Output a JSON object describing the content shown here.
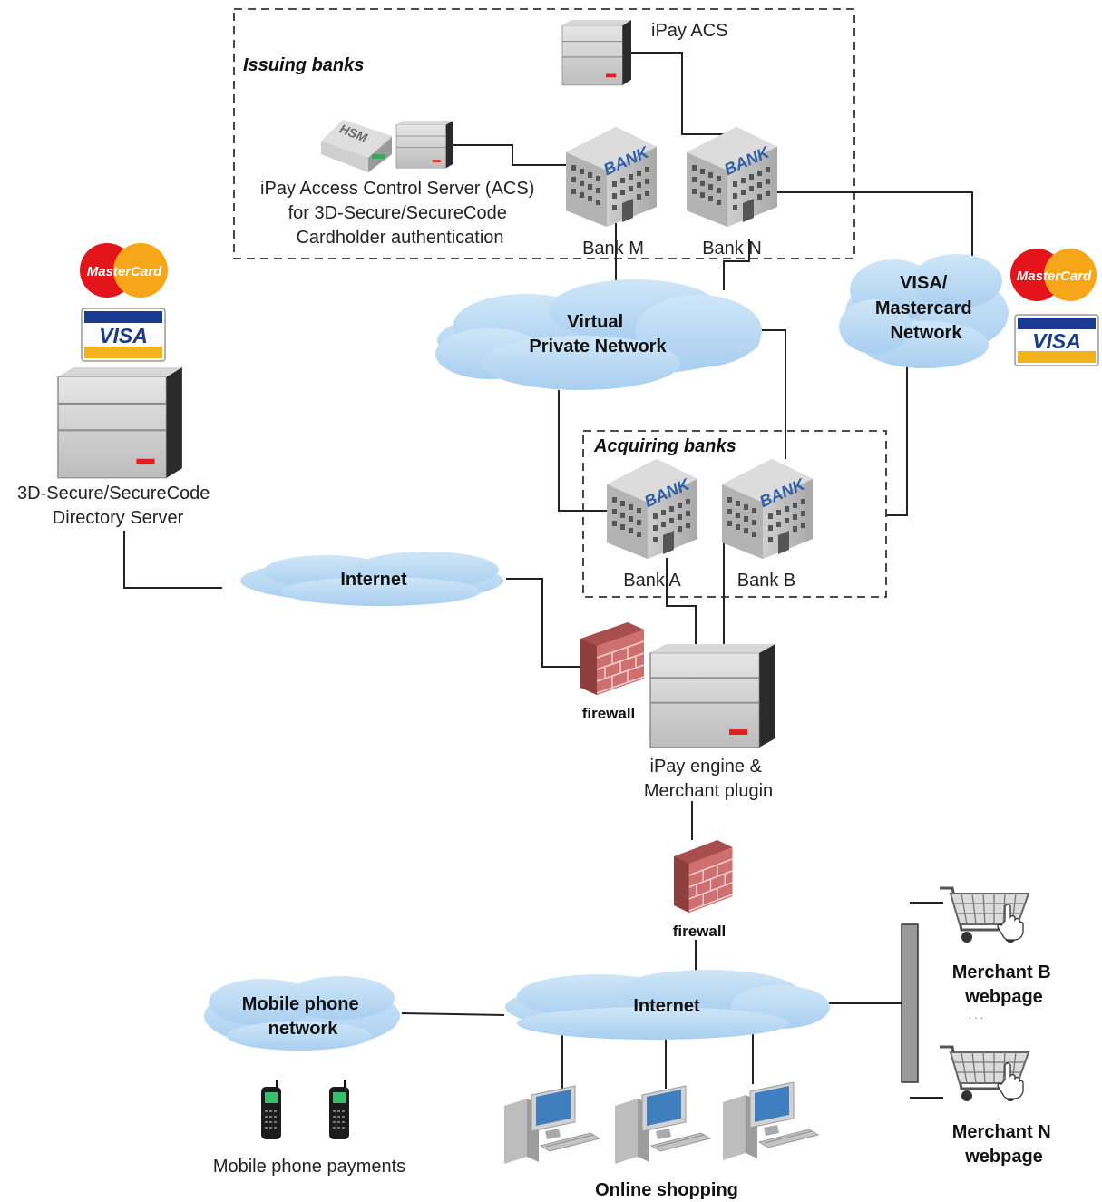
{
  "groups": {
    "issuing": "Issuing banks",
    "acquiring": "Acquiring banks"
  },
  "servers": {
    "ipay_acs": "iPay ACS",
    "acs_desc": [
      "iPay Access Control Server (ACS)",
      "for 3D-Secure/SecureCode",
      "Cardholder authentication"
    ],
    "hsm": "HSM",
    "directory": [
      "3D-Secure/SecureCode",
      "Directory Server"
    ],
    "engine": [
      "iPay engine &",
      "Merchant plugin"
    ]
  },
  "banks": {
    "bank_word": "BANK",
    "m": "Bank M",
    "n": "Bank N",
    "a": "Bank A",
    "b": "Bank B"
  },
  "networks": {
    "vpn": [
      "Virtual",
      "Private Network"
    ],
    "card_network": [
      "VISA/",
      "Mastercard",
      "Network"
    ],
    "internet_top": "Internet",
    "internet_bottom": "Internet",
    "mobile": [
      "Mobile phone",
      "network"
    ]
  },
  "security": {
    "firewall_1": "firewall",
    "firewall_2": "firewall"
  },
  "clients": {
    "mobile_payments": "Mobile phone payments",
    "online_shopping": "Online shopping",
    "merchant_b": [
      "Merchant B",
      "webpage"
    ],
    "merchant_n": [
      "Merchant N",
      "webpage"
    ],
    "ellipsis": ". . ."
  },
  "logos": {
    "mastercard": "MasterCard",
    "visa": "VISA"
  },
  "colors": {
    "cloud": "#b9d9f2",
    "server": "#c9c9c9",
    "firewall": "#c86a6a",
    "bank_blue": "#2f5fa8",
    "mastercard_red": "#e4141b",
    "mastercard_yellow": "#f8a619",
    "visa_blue": "#1a3b8f",
    "visa_gold": "#f2b21c"
  }
}
